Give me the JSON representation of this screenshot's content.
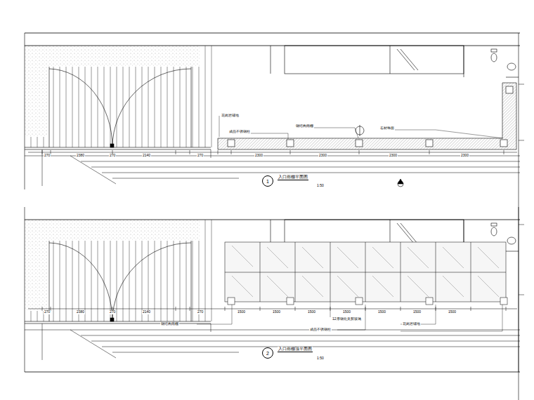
{
  "diagram": {
    "nodes": [
      {
        "text": [
          "1"
        ]
      },
      {
        "text": [
          "2"
        ]
      }
    ],
    "labels": [
      "入口雨棚平面图",
      "1:50",
      "入口雨棚顶平面图",
      "1:50",
      "270",
      "2380",
      "270",
      "2140",
      "270",
      "2300",
      "2300",
      "2300",
      "2300",
      "270",
      "2380",
      "270",
      "2140",
      "270",
      "1500",
      "1500",
      "1500",
      "1500",
      "1500",
      "1500",
      "1500",
      "花岗岩铺地",
      "成品不锈钢柱",
      "钢结构雨棚",
      "石材饰面",
      "12厚钢化夹胶玻璃",
      "钢结构雨棚",
      "成品不锈钢柱",
      "花岗岩铺地"
    ]
  }
}
